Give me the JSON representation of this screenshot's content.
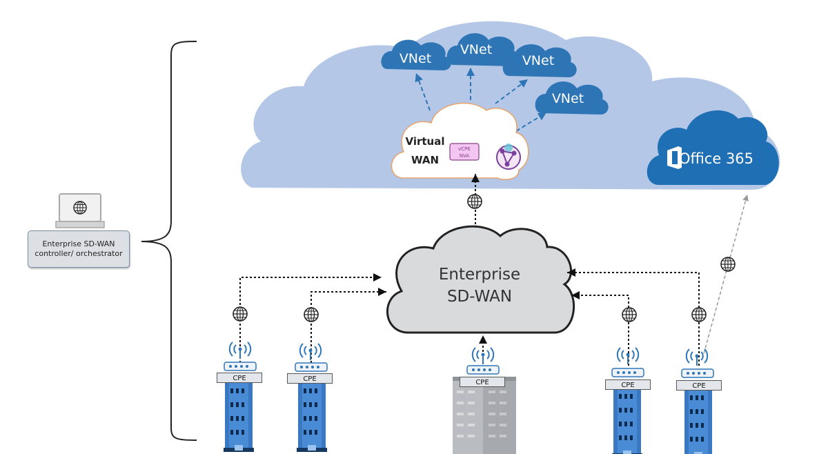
{
  "azure_cloud": {
    "vnets": [
      "VNet",
      "VNet",
      "VNet",
      "VNet"
    ],
    "virtual_wan": {
      "line1": "Virtual",
      "line2": "WAN"
    },
    "nva_label": {
      "line1": "vCPE",
      "line2": "NVA"
    }
  },
  "office365": {
    "label": "Office 365"
  },
  "enterprise_cloud": {
    "line1": "Enterprise",
    "line2": "SD-WAN"
  },
  "controller": {
    "label": "Enterprise SD-WAN controller/ orchestrator"
  },
  "sites": [
    {
      "cpe_label": "CPE"
    },
    {
      "cpe_label": "CPE"
    },
    {
      "cpe_label": "CPE"
    },
    {
      "cpe_label": "CPE"
    },
    {
      "cpe_label": "CPE"
    }
  ],
  "colors": {
    "azure_cloud": "#b4c7e7",
    "vnet": "#2e75b6",
    "office365": "#1f6fb5",
    "enterprise_cloud": "#d9dadc",
    "building_blue": "#4a8bd6",
    "building_gray": "#b9bcc0"
  }
}
